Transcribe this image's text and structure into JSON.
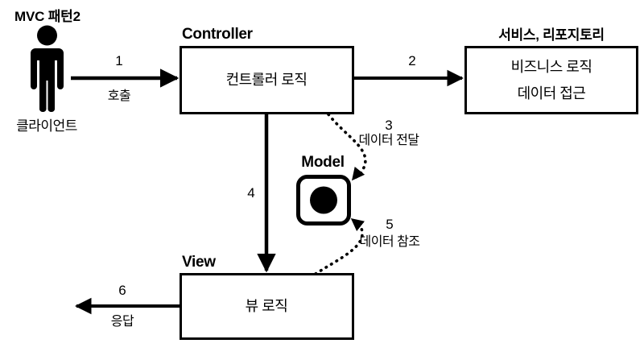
{
  "diagram": {
    "title": "MVC 패턴2",
    "actor": {
      "icon": "person-icon",
      "label": "클라이언트"
    },
    "boxes": [
      {
        "id": "controller",
        "caption": "Controller",
        "lines": [
          "컨트롤러 로직"
        ]
      },
      {
        "id": "service",
        "caption": "서비스, 리포지토리",
        "lines": [
          "비즈니스 로직",
          "데이터 접근"
        ]
      },
      {
        "id": "model",
        "caption": "Model",
        "lines": []
      },
      {
        "id": "view",
        "caption": "View",
        "lines": [
          "뷰 로직"
        ]
      }
    ],
    "flows": [
      {
        "num": "1",
        "label": "호출",
        "from": "client",
        "to": "controller",
        "style": "solid"
      },
      {
        "num": "2",
        "label": "",
        "from": "controller",
        "to": "service",
        "style": "solid"
      },
      {
        "num": "3",
        "label": "데이터 전달",
        "from": "controller",
        "to": "model",
        "style": "dotted"
      },
      {
        "num": "4",
        "label": "",
        "from": "controller",
        "to": "view",
        "style": "solid"
      },
      {
        "num": "5",
        "label": "데이터 참조",
        "from": "view",
        "to": "model",
        "style": "dotted"
      },
      {
        "num": "6",
        "label": "응답",
        "from": "view",
        "to": "client",
        "style": "solid"
      }
    ],
    "colors": {
      "stroke": "#000000",
      "background": "#ffffff",
      "text": "#000000"
    }
  }
}
